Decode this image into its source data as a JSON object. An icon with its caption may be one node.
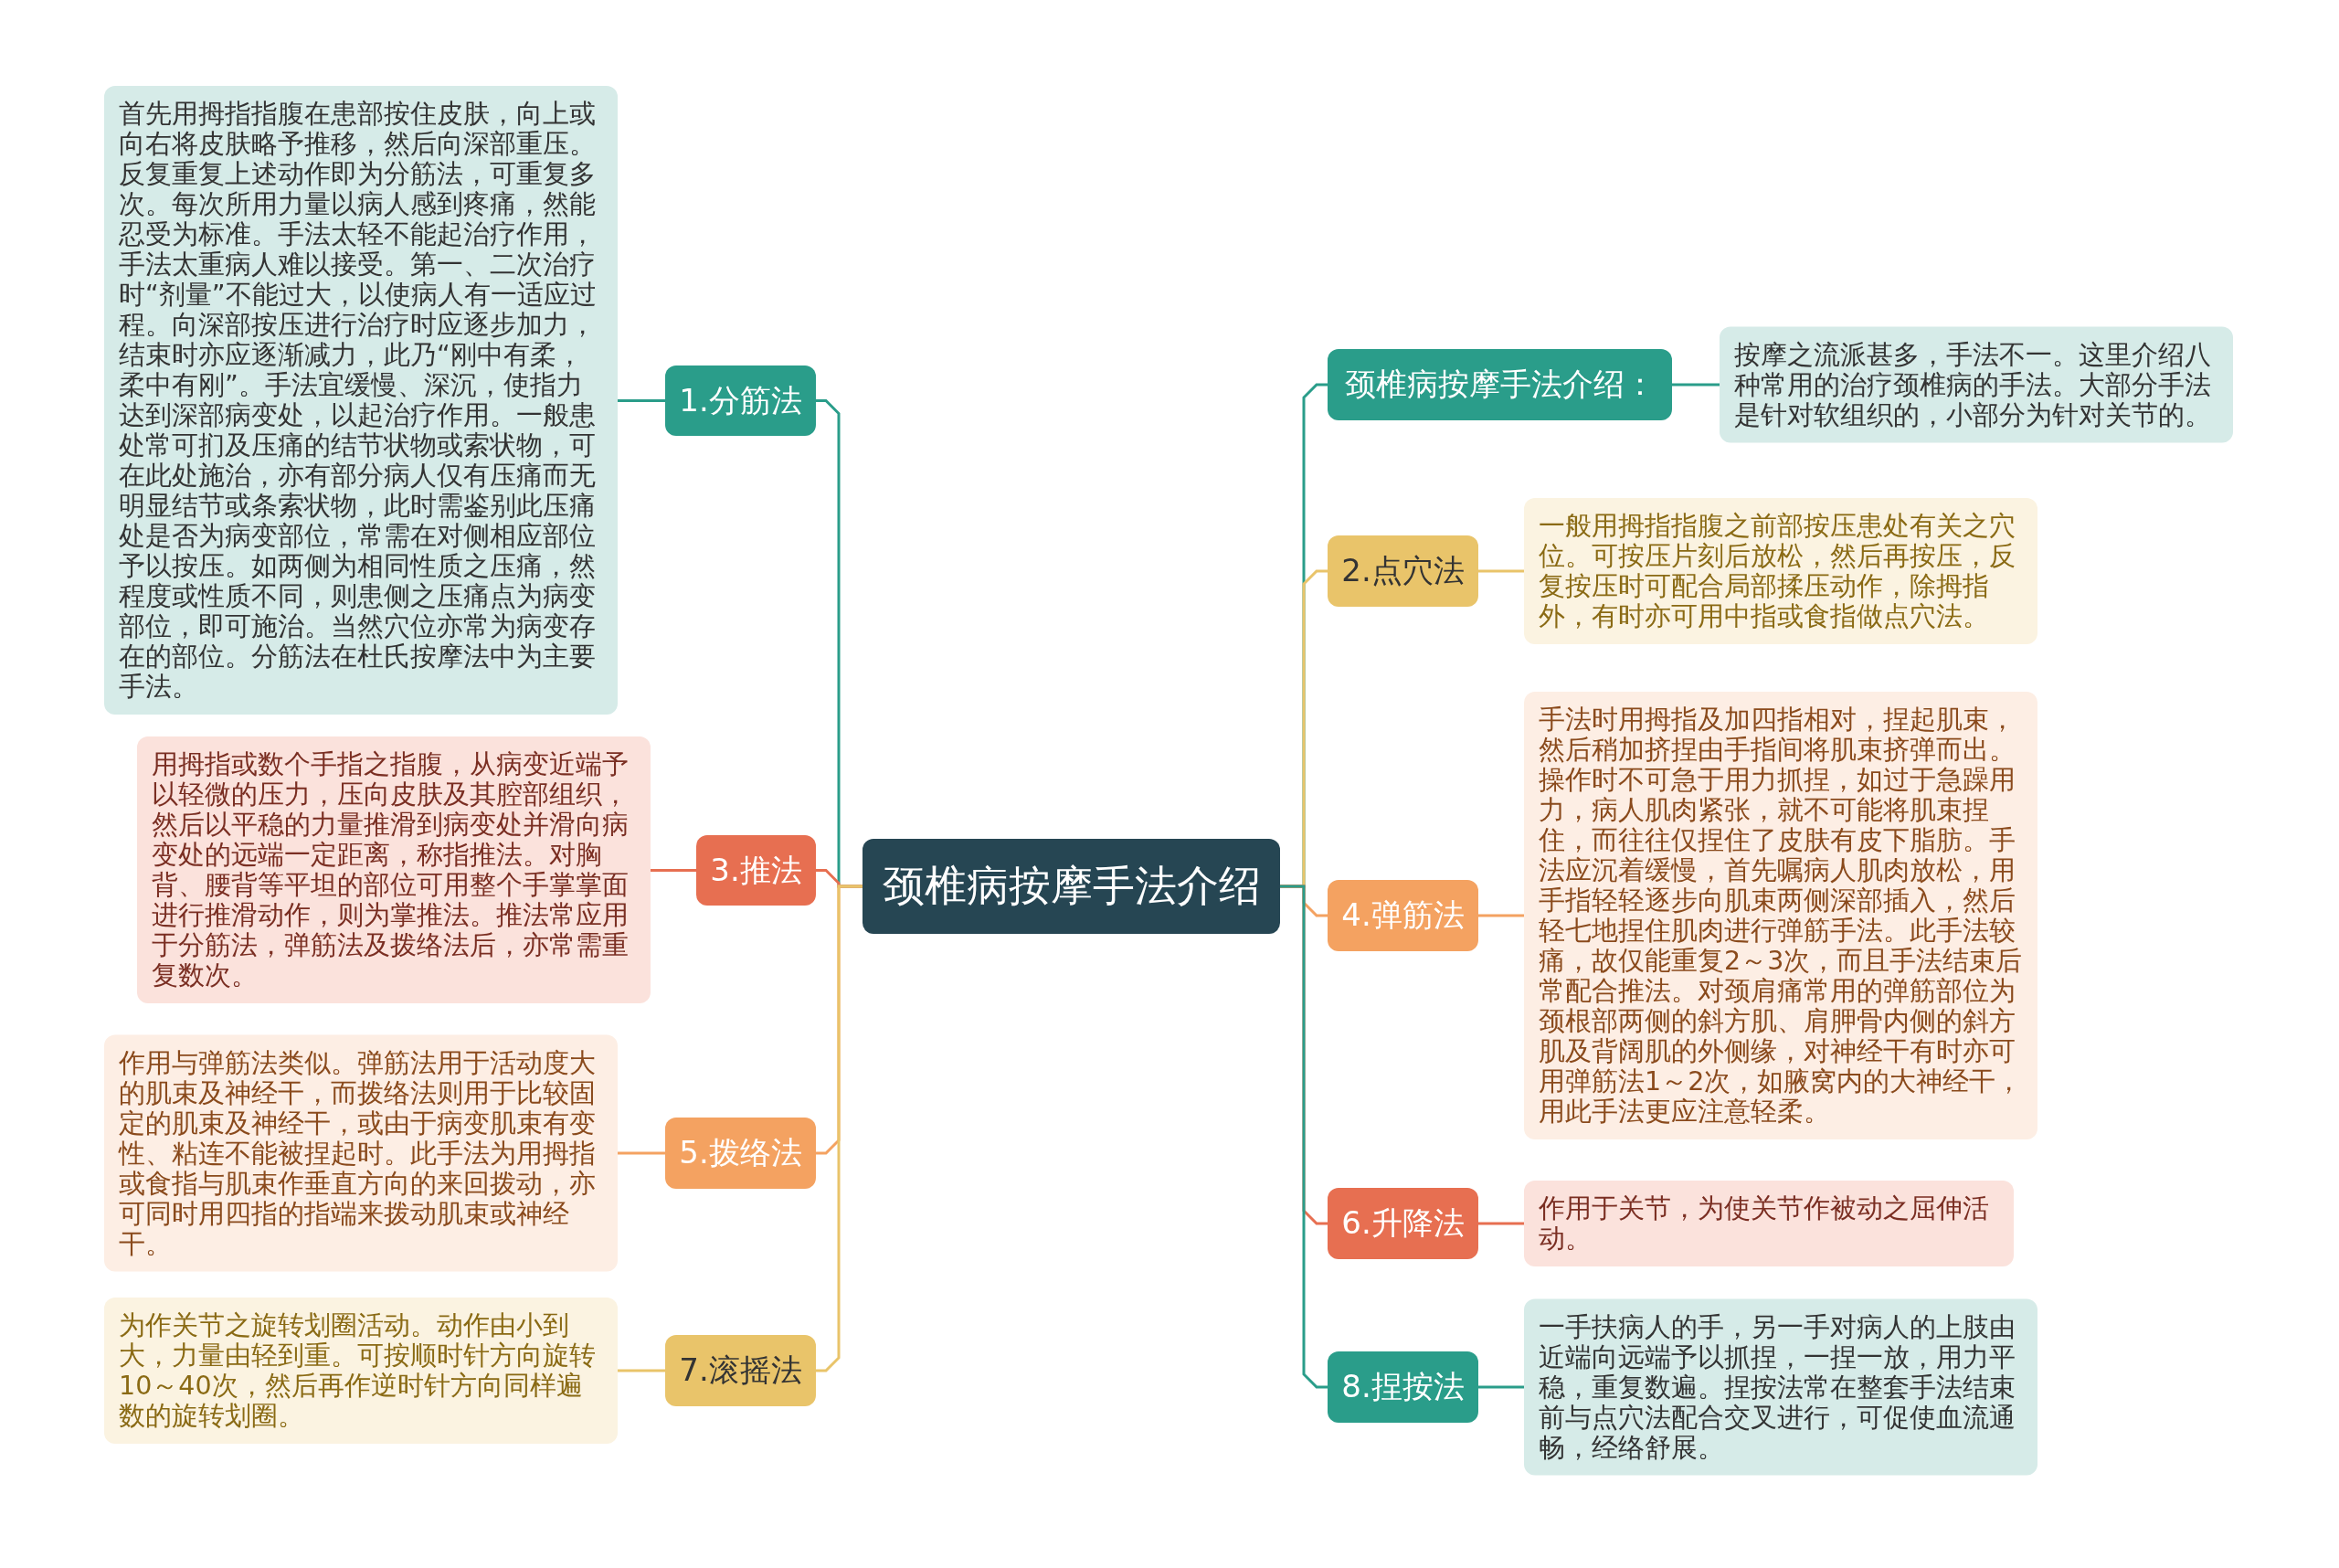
{
  "diagram": {
    "nodes": [
      {
        "text": [
          "颈椎病按摩手法介绍"
        ]
      },
      {
        "text": [
          "1.分筋法"
        ]
      },
      {
        "text": [
          "首先用拇指指腹在患部按住皮肤，向上或向右将皮肤略予推移，然后向深部重压。反复重复上述动作即为分筋法，可重复多次。每次所用力量以病人感到疼痛，然能忍受为标准。手法太轻不能起治疗作用，手法太重病人难以接受。第一、二次治疗时“剂量”不能过大，以使病人有一适应过程。向深部按压进行治疗时应逐步加力，结束时亦应逐渐减力，此乃“刚中有柔，柔中有刚”。手法宜缓慢、深沉，使指力达到深部病变处，以起治疗作用。一般患处常可扪及压痛的结节状物或索状物，可在此处施治，亦有部分病人仅有压痛而无明显结节或条索状物，此时需鉴别此压痛处是否为病变部位，常需在对侧相应部位予以按压。如两侧为相同性质之压痛，然程度或性质不同，则患侧之压痛点为病变部位，即可施治。当然穴位亦常为病变存在的部位。分筋法在杜氏按摩法中为主要手法。"
        ]
      },
      {
        "text": [
          "3.推法"
        ]
      },
      {
        "text": [
          "用拇指或数个手指之指腹，从病变近端予以轻微的压力，压向皮肤及其腔部组织，然后以平稳的力量推滑到病变处并滑向病变处的远端一定距离，称指推法。对胸背、腰背等平坦的部位可用整个手掌掌面进行推滑动作，则为掌推法。推法常应用于分筋法，弹筋法及拨络法后，亦常需重复数次。"
        ]
      },
      {
        "text": [
          "5.拨络法"
        ]
      },
      {
        "text": [
          "作用与弹筋法类似。弹筋法用于活动度大的肌束及神经干，而拨络法则用于比较固定的肌束及神经干，或由于病变肌束有变性、粘连不能被捏起时。此手法为用拇指或食指与肌束作垂直方向的来回拨动，亦可同时用四指的指端来拨动肌束或神经干。"
        ]
      },
      {
        "text": [
          "7.滚摇法"
        ]
      },
      {
        "text": [
          "为作关节之旋转划圈活动。动作由小到大，力量由轻到重。可按顺时针方向旋转10～40次，然后再作逆时针方向同样遍数的旋转划圈。"
        ]
      },
      {
        "text": [
          "颈椎病按摩手法介绍："
        ]
      },
      {
        "text": [
          "按摩之流派甚多，手法不一。这里介绍八种常用的治疗颈椎病的手法。大部分手法是针对软组织的，小部分为针对关节的。"
        ]
      },
      {
        "text": [
          "2.点穴法"
        ]
      },
      {
        "text": [
          "一般用拇指指腹之前部按压患处有关之穴位。可按压片刻后放松，然后再按压，反复按压时可配合局部揉压动作，除拇指外，有时亦可用中指或食指做点穴法。"
        ]
      },
      {
        "text": [
          "4.弹筋法"
        ]
      },
      {
        "text": [
          "手法时用拇指及加四指相对，捏起肌束，然后稍加挤捏由手指间将肌束挤弹而出。操作时不可急于用力抓捏，如过于急躁用力，病人肌肉紧张，就不可能将肌束捏住，而往往仅捏住了皮肤有皮下脂肪。手法应沉着缓慢，首先嘱病人肌肉放松，用手指轻轻逐步向肌束两侧深部插入，然后轻七地捏住肌肉进行弹筋手法。此手法较痛，故仅能重复2～3次，而且手法结束后常配合推法。对颈肩痛常用的弹筋部位为颈根部两侧的斜方肌、肩胛骨内侧的斜方肌及背阔肌的外侧缘，对神经干有时亦可用弹筋法1～2次，如腋窝内的大神经干，用此手法更应注意轻柔。"
        ]
      },
      {
        "text": [
          "6.升降法"
        ]
      },
      {
        "text": [
          "作用于关节，为使关节作被动之屈伸活动。"
        ]
      },
      {
        "text": [
          "8.捏按法"
        ]
      },
      {
        "text": [
          "一手扶病人的手，另一手对病人的上肢由近端向远端予以抓捏，一捏一放，用力平稳，重复数遍。捏按法常在整套手法结束前与点穴法配合交叉进行，可促使血流通畅，经络舒展。"
        ]
      }
    ],
    "edges": [
      {
        "from": 0,
        "to": 1,
        "arrow": "none",
        "color": "#2a9d8a"
      },
      {
        "from": 1,
        "to": 2,
        "arrow": "none",
        "color": "#2a9d8a"
      },
      {
        "from": 0,
        "to": 3,
        "arrow": "none",
        "color": "#e76f51"
      },
      {
        "from": 3,
        "to": 4,
        "arrow": "none",
        "color": "#e76f51"
      },
      {
        "from": 0,
        "to": 5,
        "arrow": "none",
        "color": "#f4a261"
      },
      {
        "from": 5,
        "to": 6,
        "arrow": "none",
        "color": "#f4a261"
      },
      {
        "from": 0,
        "to": 7,
        "arrow": "none",
        "color": "#e9c46a"
      },
      {
        "from": 7,
        "to": 8,
        "arrow": "none",
        "color": "#e9c46a"
      },
      {
        "from": 0,
        "to": 9,
        "arrow": "none",
        "color": "#2a9d8a"
      },
      {
        "from": 9,
        "to": 10,
        "arrow": "none",
        "color": "#2a9d8a"
      },
      {
        "from": 0,
        "to": 11,
        "arrow": "none",
        "color": "#e9c46a"
      },
      {
        "from": 11,
        "to": 12,
        "arrow": "none",
        "color": "#e9c46a"
      },
      {
        "from": 0,
        "to": 13,
        "arrow": "none",
        "color": "#f4a261"
      },
      {
        "from": 13,
        "to": 14,
        "arrow": "none",
        "color": "#f4a261"
      },
      {
        "from": 0,
        "to": 15,
        "arrow": "none",
        "color": "#e76f51"
      },
      {
        "from": 15,
        "to": 16,
        "arrow": "none",
        "color": "#e76f51"
      },
      {
        "from": 0,
        "to": 17,
        "arrow": "none",
        "color": "#2a9d8a"
      },
      {
        "from": 17,
        "to": 18,
        "arrow": "none",
        "color": "#2a9d8a"
      }
    ]
  }
}
